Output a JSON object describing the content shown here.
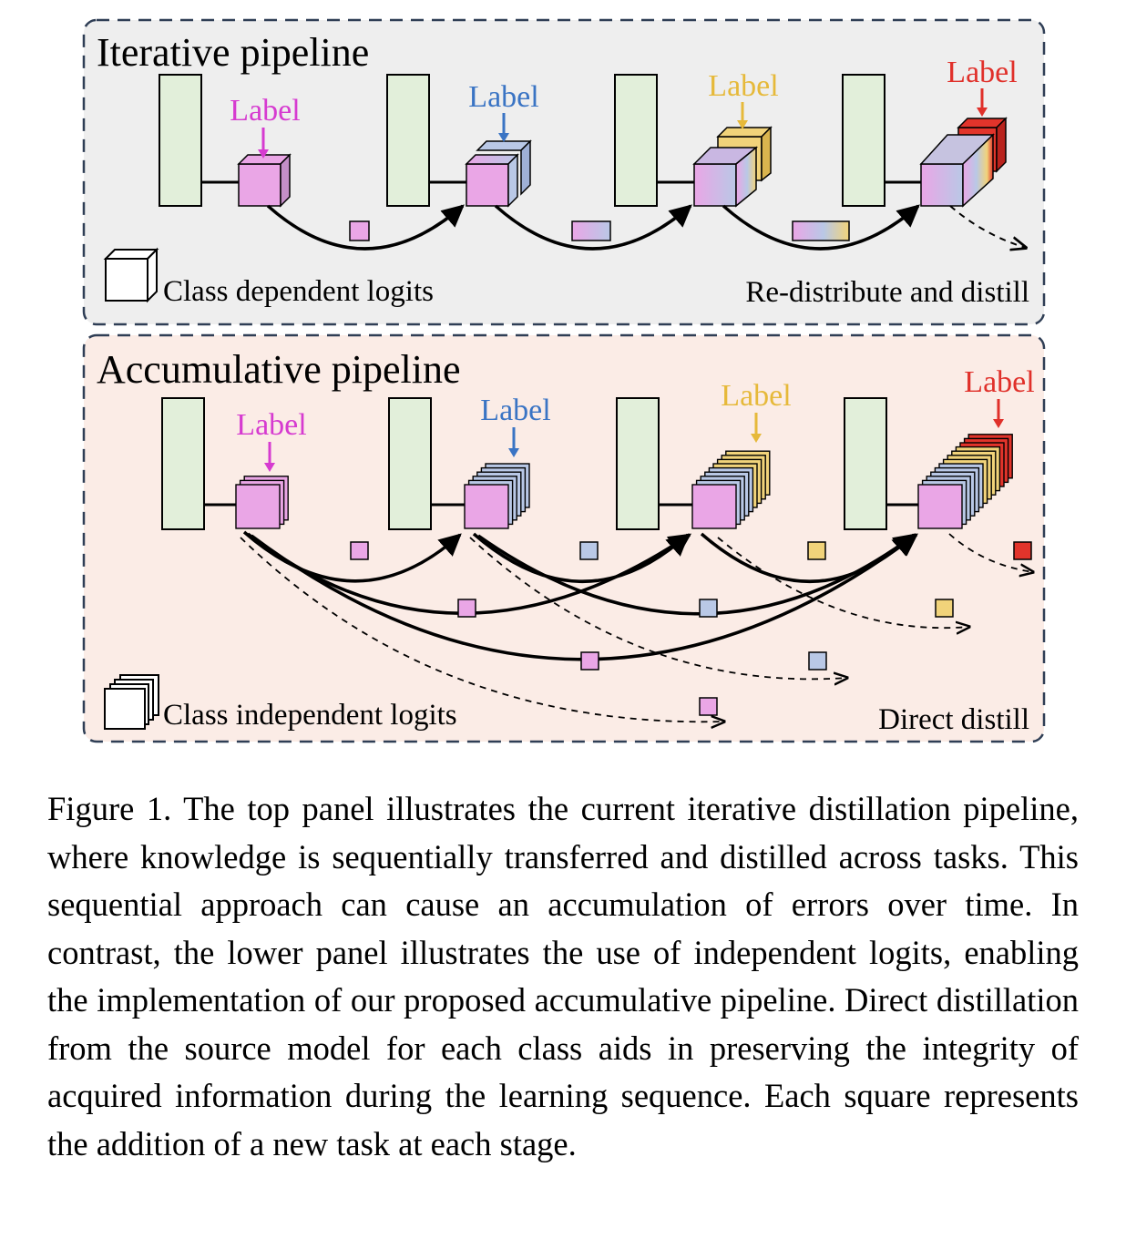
{
  "iterative": {
    "title": "Iterative pipeline",
    "legend": "Class dependent logits",
    "right_note": "Re-distribute and distill",
    "labels": [
      "Label",
      "Label",
      "Label",
      "Label"
    ]
  },
  "accumulative": {
    "title": "Accumulative pipeline",
    "legend": "Class independent logits",
    "right_note": "Direct distill",
    "labels": [
      "Label",
      "Label",
      "Label",
      "Label"
    ]
  },
  "colors": {
    "task1": "#eaa6e6",
    "task2": "#b9c8e6",
    "task3": "#f1d37a",
    "task4": "#e2342b",
    "label1": "#d63bd0",
    "label2": "#3a74c4",
    "label3": "#e6b93a",
    "label4": "#e0302a",
    "model": "#e2efda",
    "iter_bg": "#eeeeee",
    "accum_bg": "#fbece6"
  },
  "caption": "Figure 1. The top panel illustrates the current iterative distillation pipeline, where knowledge is sequentially transferred and distilled across tasks.  This sequential approach can cause an accumulation of errors over time. In contrast, the lower panel illustrates the use of independent logits, enabling the implementation of our proposed accumulative pipeline.  Direct distillation from the source model for each class aids in preserving the integrity of acquired information during the learning sequence. Each square represents the addition of a new task at each stage."
}
